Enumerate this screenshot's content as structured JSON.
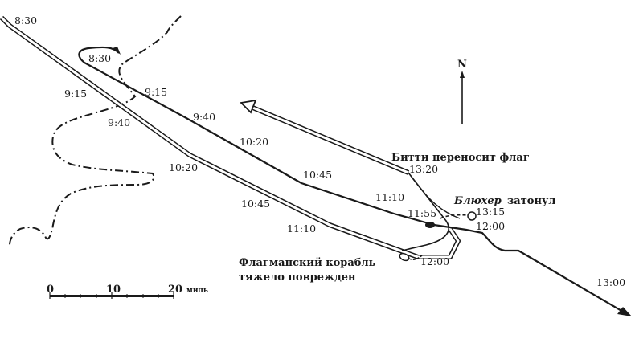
{
  "map": {
    "compass": {
      "label": "N"
    },
    "scale": {
      "ticks": [
        "0",
        "10",
        "20"
      ],
      "unit": "миль"
    },
    "annotations": {
      "beatty_flag": "Битти переносит флаг",
      "blucher_name": "Блюхер",
      "blucher_sunk": "затонул",
      "flagship_line1": "Флагманский корабль",
      "flagship_line2": "тяжело поврежден"
    },
    "british_track_times": [
      "8:30",
      "9:15",
      "9:40",
      "10:20",
      "10:45",
      "11:10",
      "11:55",
      "12:00",
      "13:00"
    ],
    "german_track_times": [
      "8:30",
      "9:15",
      "9:40",
      "10:20",
      "10:45",
      "11:10",
      "12:00",
      "13:20"
    ],
    "blucher_times": [
      "13:15"
    ],
    "labels": {
      "t1": "8:30",
      "t2": "8:30",
      "t3": "9:15",
      "t4": "9:15",
      "t5": "9:40",
      "t6": "9:40",
      "t7": "10:20",
      "t8": "10:20",
      "t9": "10:45",
      "t10": "10:45",
      "t11": "11:10",
      "t12": "11:10",
      "t13": "11:55",
      "t14": "13:15",
      "t15": "12:00",
      "t16": "12:00",
      "t17": "13:20",
      "t18": "13:00"
    },
    "colors": {
      "ink": "#1a1a1a",
      "background": "#ffffff"
    }
  }
}
